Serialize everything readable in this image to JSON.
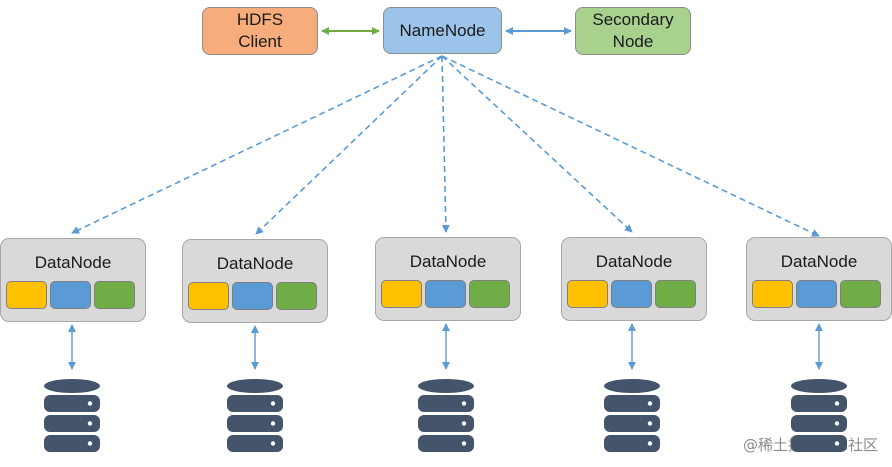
{
  "nodes": {
    "client": {
      "label": "HDFS\nClient",
      "color": "#f6ac7b"
    },
    "namenode": {
      "label": "NameNode",
      "color": "#9cc3ea"
    },
    "secondary": {
      "label": "Secondary\nNode",
      "color": "#a9d18e"
    }
  },
  "datanodes": [
    {
      "label": "DataNode",
      "block_colors": [
        "#ffc000",
        "#5b9bd5",
        "#70ad47"
      ]
    },
    {
      "label": "DataNode",
      "block_colors": [
        "#ffc000",
        "#5b9bd5",
        "#70ad47"
      ]
    },
    {
      "label": "DataNode",
      "block_colors": [
        "#ffc000",
        "#5b9bd5",
        "#70ad47"
      ]
    },
    {
      "label": "DataNode",
      "block_colors": [
        "#ffc000",
        "#5b9bd5",
        "#70ad47"
      ]
    },
    {
      "label": "DataNode",
      "block_colors": [
        "#ffc000",
        "#5b9bd5",
        "#70ad47"
      ]
    }
  ],
  "colors": {
    "client_link": "#70ad47",
    "link": "#5b9bd5",
    "datanode_fill": "#d9d9d9",
    "disk": "#44546a"
  },
  "icons": {
    "storage": "database-icon"
  },
  "watermark": "@稀土掘金技术社区"
}
